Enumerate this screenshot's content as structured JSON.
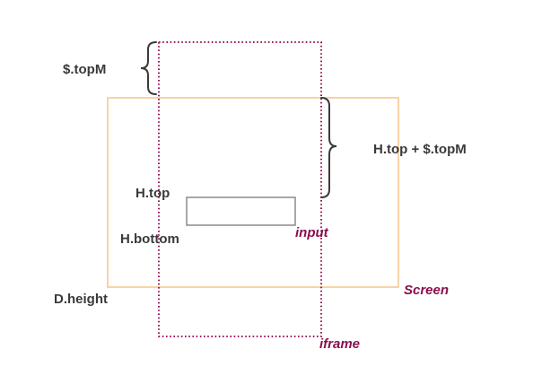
{
  "labels": {
    "top_m": "$.topM",
    "h_top_plus_top_m": "H.top + $.topM",
    "h_top": "H.top",
    "h_bottom": "H.bottom",
    "d_height": "D.height",
    "input": "input",
    "screen": "Screen",
    "iframe": "iframe"
  },
  "colors": {
    "screen_border": "#f8d3a6",
    "iframe_border": "#9b1b5a",
    "input_border": "#8a8a8a",
    "brace": "#3a3a3a",
    "dark_text": "#3a3a3a",
    "accent_text": "#8a0f4c"
  }
}
